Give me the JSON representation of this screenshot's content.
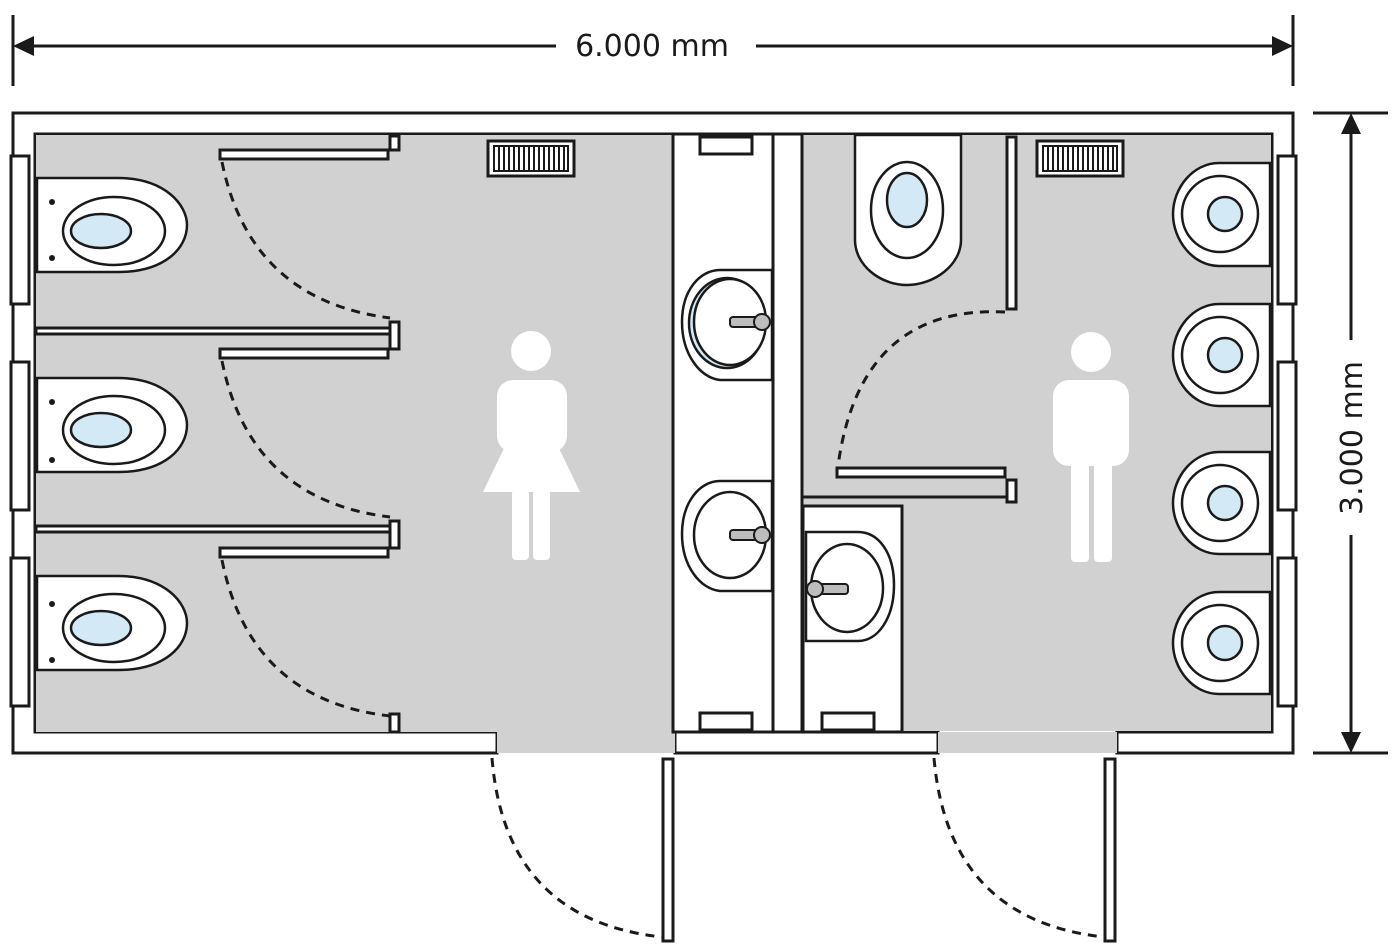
{
  "dimensions": {
    "width_label": "6.000 mm",
    "height_label": "3.000 mm"
  },
  "rooms": {
    "women": {
      "toilets": 3,
      "sinks": 2,
      "sign": "female-figure-icon"
    },
    "men": {
      "toilets": 1,
      "urinals": 4,
      "sinks": 1,
      "sign": "male-figure-icon"
    }
  },
  "colors": {
    "floor": "#d1d1d1",
    "wall": "#ffffff",
    "line": "#1a1a1a",
    "water": "#d3e9f6"
  }
}
